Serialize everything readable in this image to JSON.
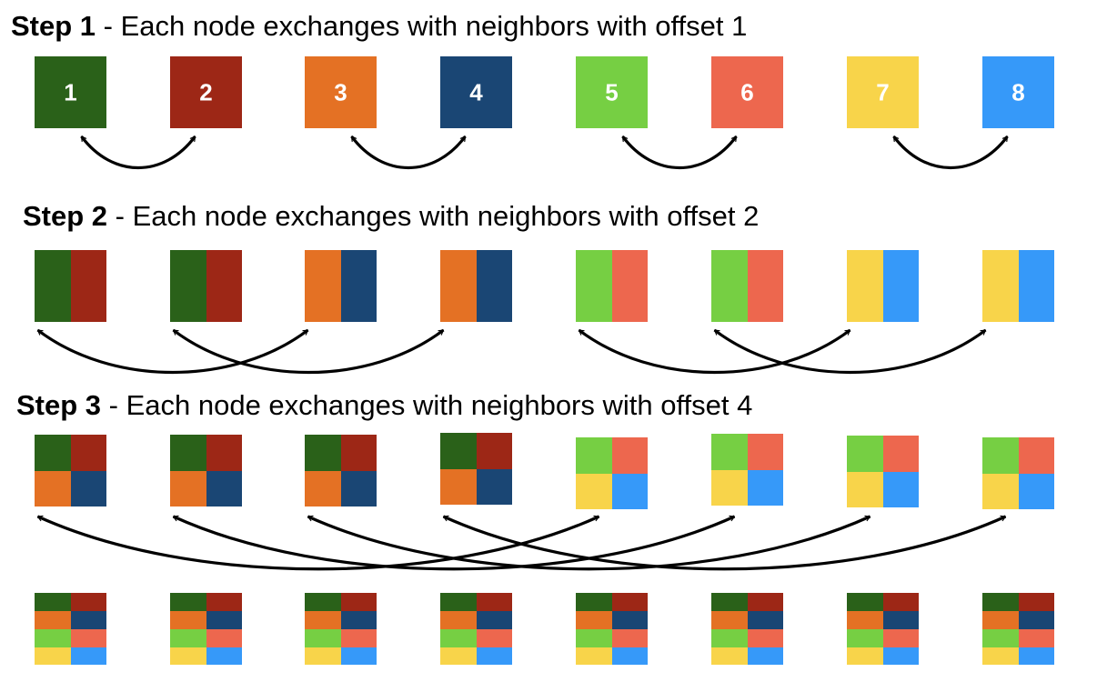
{
  "steps": [
    {
      "label": "Step 1",
      "description": " - Each node exchanges with neighbors with offset 1"
    },
    {
      "label": "Step 2",
      "description": " - Each node exchanges with neighbors with offset 2"
    },
    {
      "label": "Step 3",
      "description": " - Each node exchanges with neighbors with offset 4"
    }
  ],
  "nodes": [
    {
      "label": "1",
      "color": "#2a6119"
    },
    {
      "label": "2",
      "color": "#9d2716"
    },
    {
      "label": "3",
      "color": "#e47124"
    },
    {
      "label": "4",
      "color": "#1a4674"
    },
    {
      "label": "5",
      "color": "#76cf43"
    },
    {
      "label": "6",
      "color": "#ed674e"
    },
    {
      "label": "7",
      "color": "#f8d44a"
    },
    {
      "label": "8",
      "color": "#3699f9"
    }
  ],
  "exchanges": {
    "step1": [
      [
        1,
        2
      ],
      [
        3,
        4
      ],
      [
        5,
        6
      ],
      [
        7,
        8
      ]
    ],
    "step2": [
      [
        1,
        3
      ],
      [
        2,
        4
      ],
      [
        5,
        7
      ],
      [
        6,
        8
      ]
    ],
    "step3": [
      [
        1,
        5
      ],
      [
        2,
        6
      ],
      [
        3,
        7
      ],
      [
        4,
        8
      ]
    ]
  }
}
